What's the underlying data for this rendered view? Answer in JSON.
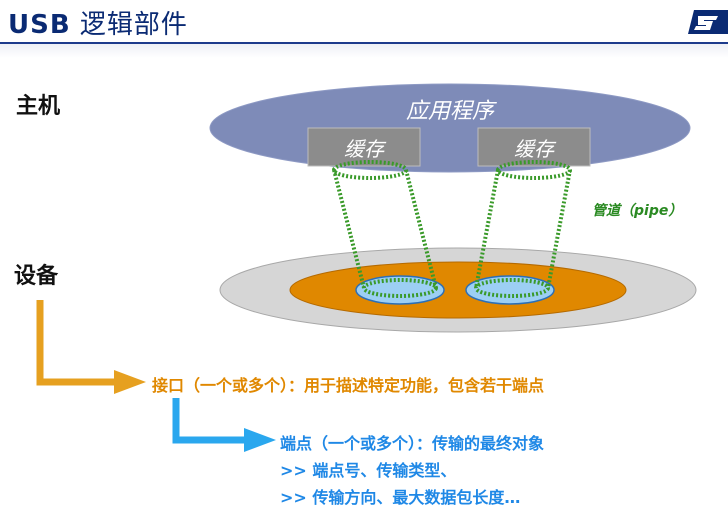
{
  "title": {
    "prefix": "USB",
    "rest": "逻辑部件"
  },
  "host_label": "主机",
  "device_label": "设备",
  "application_label": "应用程序",
  "buffer_labels": [
    "缓存",
    "缓存"
  ],
  "pipe_label": "管道（pipe）",
  "interface_text": "接口（一个或多个）：用于描述特定功能，包含若干端点",
  "endpoint_lines": [
    "端点（一个或多个）：传输的最终对象",
    ">> 端点号、传输类型、",
    ">> 传输方向、最大数据包长度…"
  ],
  "colors": {
    "title": "#0a2a73",
    "application_ellipse": "#7e8bb8",
    "buffer_box": "#8c8c8c",
    "pipe": "#3a9a2a",
    "device_outer": "#cfcfcf",
    "interface_disc": "#e08800",
    "endpoint_disc": "#8fc8f2",
    "interface_arrow": "#e6a020",
    "endpoint_arrow": "#2aa7ee",
    "endpoint_text": "#1f88e6"
  }
}
